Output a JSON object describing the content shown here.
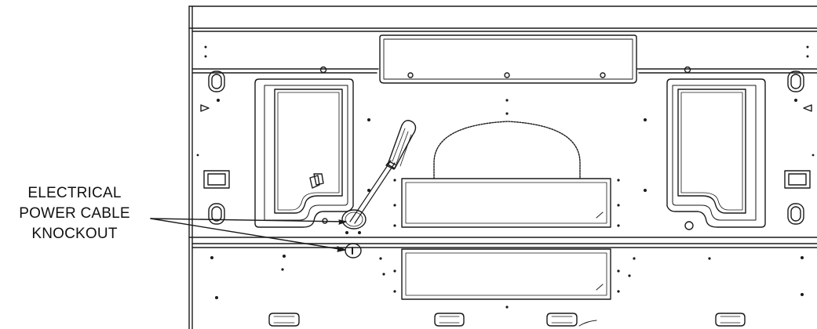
{
  "callout": {
    "lines": [
      "ELECTRICAL",
      "POWER CABLE",
      "KNOCKOUT"
    ]
  },
  "colors": {
    "line": "#1a1a1a",
    "background": "#ffffff"
  },
  "icons": {
    "tool": "screwdriver-icon"
  }
}
